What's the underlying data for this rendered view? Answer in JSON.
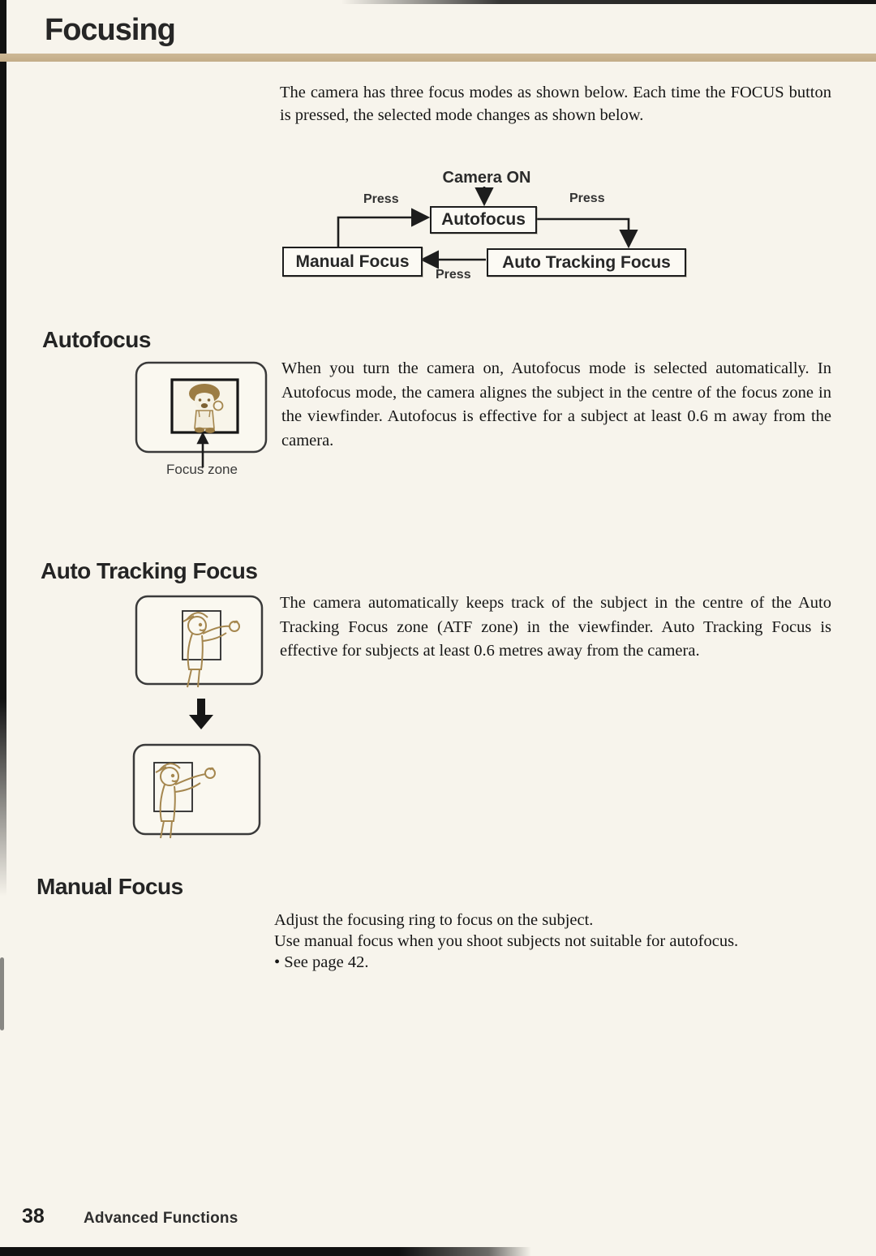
{
  "page": {
    "title": "Focusing",
    "page_number": "38",
    "footer_label": "Advanced Functions"
  },
  "intro": {
    "text": "The camera has three focus modes as shown below. Each time the FOCUS button is pressed, the selected mode changes as shown below."
  },
  "diagram": {
    "camera_on_label": "Camera ON",
    "press_label": "Press",
    "autofocus_label": "Autofocus",
    "manual_label": "Manual Focus",
    "atf_label": "Auto Tracking Focus"
  },
  "sections": {
    "autofocus": {
      "heading": "Autofocus",
      "body": "When you turn the camera on, Autofocus mode is selected automatically. In Autofocus mode, the camera alignes the subject in the centre of the focus zone in the viewfinder. Autofocus is effective for a subject at least 0.6 m away from the camera.",
      "focus_zone_label": "Focus zone"
    },
    "auto_tracking": {
      "heading": "Auto Tracking Focus",
      "body": "The camera automatically keeps track of the subject in the centre of the Auto Tracking Focus zone (ATF zone) in the viewfinder. Auto Tracking Focus is effective for subjects at least 0.6 metres away from the camera."
    },
    "manual": {
      "heading": "Manual Focus",
      "line1": "Adjust the focusing ring to focus on the subject.",
      "line2": "Use manual focus when you shoot subjects not suitable for autofocus.",
      "line3": "• See page 42."
    }
  },
  "colors": {
    "page_background": "#f7f4ec",
    "accent_tan_rule": "#c9b28e",
    "ink": "#1a1a1a",
    "illustration_tan": "#a5874f"
  }
}
